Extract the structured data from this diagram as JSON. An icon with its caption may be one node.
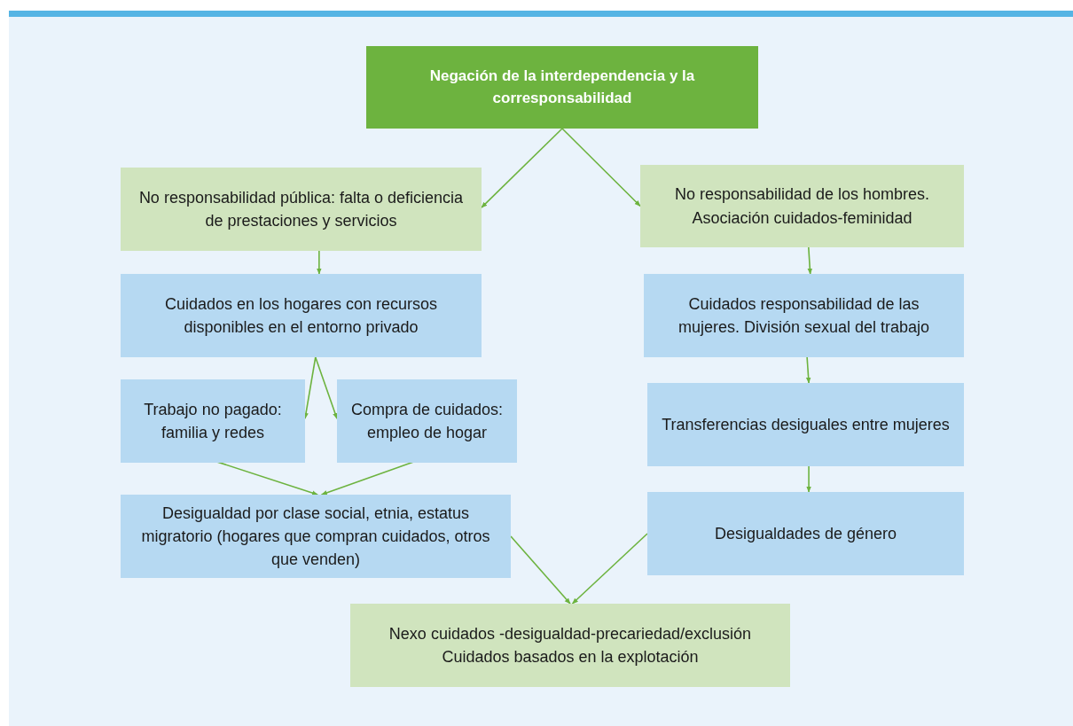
{
  "diagram": {
    "nodes": [
      {
        "text": [
          "Negación de la interdependencia y la corresponsabilidad"
        ]
      },
      {
        "text": [
          "No responsabilidad pública: falta o deficiencia de prestaciones y servicios"
        ]
      },
      {
        "text": [
          "No responsabilidad de los hombres. Asociación cuidados-feminidad"
        ]
      },
      {
        "text": [
          "Cuidados en los hogares con recursos disponibles en el entorno privado"
        ]
      },
      {
        "text": [
          "Cuidados responsabilidad de las mujeres. División sexual del trabajo"
        ]
      },
      {
        "text": [
          "Trabajo no pagado: familia y redes"
        ]
      },
      {
        "text": [
          "Compra de cuidados: empleo de hogar"
        ]
      },
      {
        "text": [
          "Transferencias desiguales entre mujeres"
        ]
      },
      {
        "text": [
          "Desigualdad por clase social, etnia, estatus migratorio (hogares que compran cuidados, otros que venden)"
        ]
      },
      {
        "text": [
          "Desigualdades de género"
        ]
      },
      {
        "text": [
          "Nexo cuidados -desigualdad-precariedad/exclusión Cuidados basados en la explotación"
        ]
      }
    ],
    "edges": [
      {
        "from": 0,
        "to": 1,
        "arrow": "to"
      },
      {
        "from": 0,
        "to": 2,
        "arrow": "to"
      },
      {
        "from": 1,
        "to": 3,
        "arrow": "to"
      },
      {
        "from": 2,
        "to": 4,
        "arrow": "to"
      },
      {
        "from": 3,
        "to": 5,
        "arrow": "to"
      },
      {
        "from": 3,
        "to": 6,
        "arrow": "to"
      },
      {
        "from": 5,
        "to": 8,
        "arrow": "to"
      },
      {
        "from": 6,
        "to": 8,
        "arrow": "to"
      },
      {
        "from": 4,
        "to": 7,
        "arrow": "to"
      },
      {
        "from": 7,
        "to": 9,
        "arrow": "to"
      },
      {
        "from": 8,
        "to": 10,
        "arrow": "to"
      },
      {
        "from": 9,
        "to": 10,
        "arrow": "to"
      }
    ]
  }
}
